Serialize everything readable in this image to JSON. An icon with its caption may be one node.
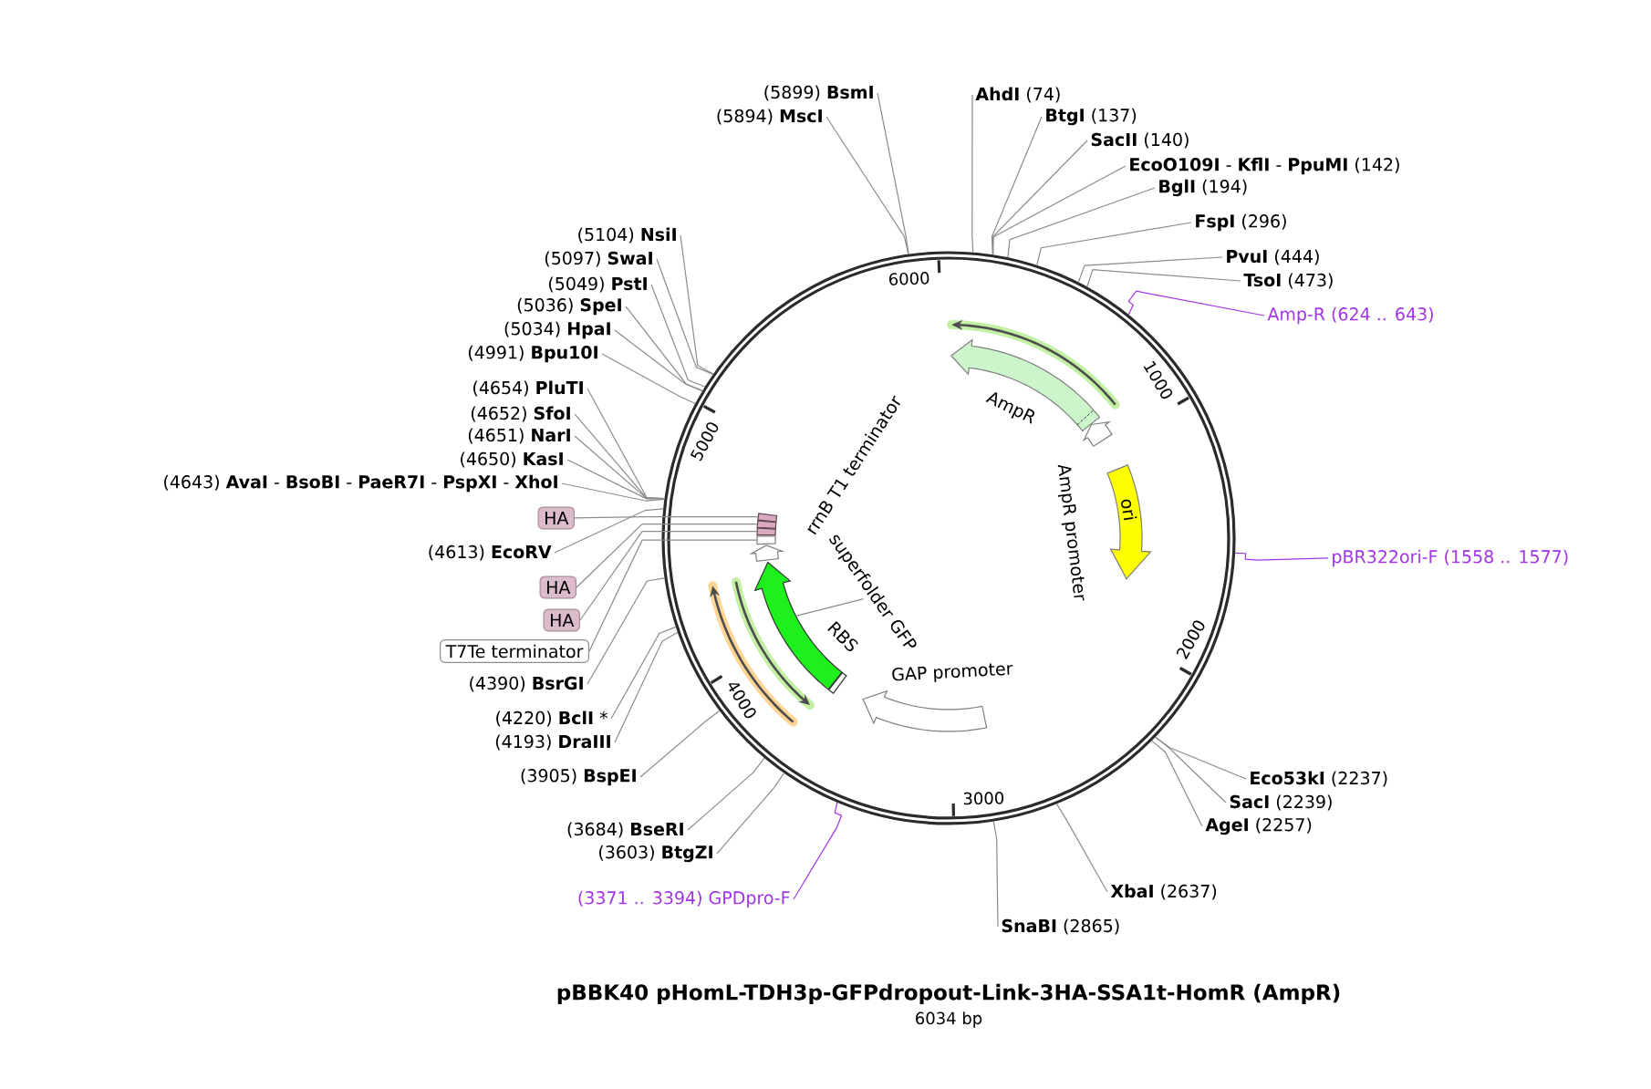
{
  "diagram": {
    "title": "pBBK40 pHomL-TDH3p-GFPdropout-Link-3HA-SSA1t-HomR (AmpR)",
    "nodes": [
      {
        "text": [],
        "shape": "circle"
      },
      {
        "text": [
          "**AhdI** (74)"
        ]
      },
      {
        "text": [
          "**BtgI** (137)"
        ]
      },
      {
        "text": [
          "**SacII** (140)"
        ]
      },
      {
        "text": [
          "**EcoO109I** - **KflI** - **PpuMI** (142)"
        ]
      },
      {
        "text": [
          "**BglI** (194)"
        ]
      },
      {
        "text": [
          "**FspI** (296)"
        ]
      },
      {
        "text": [
          "**PvuI** (444)"
        ]
      },
      {
        "text": [
          "**TsoI** (473)"
        ]
      },
      {
        "text": [
          "Amp-R (624 .. 643)"
        ]
      },
      {
        "text": [
          "pBR322ori-F (1558 .. 1577)"
        ]
      },
      {
        "text": [
          "**Eco53kI** (2237)"
        ]
      },
      {
        "text": [
          "**SacI** (2239)"
        ]
      },
      {
        "text": [
          "**AgeI** (2257)"
        ]
      },
      {
        "text": [
          "**XbaI** (2637)"
        ]
      },
      {
        "text": [
          "**SnaBI** (2865)"
        ]
      },
      {
        "text": [
          "(3371 .. 3394) GPDpro-F"
        ]
      },
      {
        "text": [
          "(3603) **BtgZI**"
        ]
      },
      {
        "text": [
          "(3684) **BseRI**"
        ]
      },
      {
        "text": [
          "(3905) **BspEI**"
        ]
      },
      {
        "text": [
          "(4193) **DraIII**"
        ]
      },
      {
        "text": [
          "(4220) **BclI** *"
        ]
      },
      {
        "text": [
          "(4390) **BsrGI**"
        ]
      },
      {
        "text": [
          "T7Te terminator"
        ]
      },
      {
        "text": [
          "HA"
        ]
      },
      {
        "text": [
          "HA"
        ]
      },
      {
        "text": [
          "(4613) **EcoRV**"
        ]
      },
      {
        "text": [
          "HA"
        ]
      },
      {
        "text": [
          "(4643) **AvaI** - **BsoBI** - **PaeR7I** - **PspXI** - **XhoI**"
        ]
      },
      {
        "text": [
          "(4650) **KasI**"
        ]
      },
      {
        "text": [
          "(4651) **NarI**"
        ]
      },
      {
        "text": [
          "(4652) **SfoI**"
        ]
      },
      {
        "text": [
          "(4654) **PluTI**"
        ]
      },
      {
        "text": [
          "(4991) **Bpu10I**"
        ]
      },
      {
        "text": [
          "(5034) **HpaI**"
        ]
      },
      {
        "text": [
          "(5036) **SpeI**"
        ]
      },
      {
        "text": [
          "(5049) **PstI**"
        ]
      },
      {
        "text": [
          "(5097) **SwaI**"
        ]
      },
      {
        "text": [
          "(5104) **NsiI**"
        ]
      },
      {
        "text": [
          "(5894) **MscI**"
        ]
      },
      {
        "text": [
          "(5899) **BsmI**"
        ]
      },
      {
        "text": [],
        "shape": "arrow",
        "in": 0
      },
      {
        "text": [],
        "shape": "arrow",
        "beside": [
          "AmpR"
        ],
        "in": 0
      },
      {
        "text": [],
        "shape": "arrow",
        "beside": [
          "AmpR promoter"
        ],
        "in": 0
      },
      {
        "text": [
          "ori"
        ],
        "in": 0
      },
      {
        "text": [],
        "shape": "arrow",
        "beside": [
          "GAP promoter"
        ],
        "in": 0
      },
      {
        "text": [],
        "shape": "bar",
        "in": 0
      },
      {
        "text": [],
        "shape": "arrow",
        "in": 0
      },
      {
        "text": [
          "superfolder GFP"
        ],
        "in": 0
      },
      {
        "text": [],
        "shape": "arrow",
        "in": 0
      },
      {
        "text": [],
        "shape": "arrow",
        "in": 0
      },
      {
        "text": [],
        "shape": "arrow",
        "in": 0
      },
      {
        "text": [],
        "shape": "bar",
        "in": 0
      },
      {
        "text": [],
        "shape": "bar",
        "in": 0
      },
      {
        "text": [],
        "shape": "bar",
        "in": 0
      },
      {
        "text": [],
        "shape": "bar",
        "in": 0
      }
    ],
    "edges": [
      {
        "from": 1,
        "to": 0,
        "arrow": "none"
      },
      {
        "from": 2,
        "to": 0,
        "arrow": "none"
      },
      {
        "from": 3,
        "to": 0,
        "arrow": "none"
      },
      {
        "from": 4,
        "to": 0,
        "arrow": "none"
      },
      {
        "from": 5,
        "to": 0,
        "arrow": "none"
      },
      {
        "from": 6,
        "to": 0,
        "arrow": "none"
      },
      {
        "from": 7,
        "to": 0,
        "arrow": "none"
      },
      {
        "from": 8,
        "to": 0,
        "arrow": "none"
      },
      {
        "from": 9,
        "to": 0,
        "arrow": "none",
        "color": "#a335e8"
      },
      {
        "from": 10,
        "to": 0,
        "arrow": "none",
        "color": "#a335e8"
      },
      {
        "from": 11,
        "to": 0,
        "arrow": "none"
      },
      {
        "from": 12,
        "to": 0,
        "arrow": "none"
      },
      {
        "from": 13,
        "to": 0,
        "arrow": "none"
      },
      {
        "from": 14,
        "to": 0,
        "arrow": "none"
      },
      {
        "from": 15,
        "to": 0,
        "arrow": "none"
      },
      {
        "from": 16,
        "to": 0,
        "arrow": "none",
        "color": "#a335e8"
      },
      {
        "from": 17,
        "to": 0,
        "arrow": "none"
      },
      {
        "from": 18,
        "to": 0,
        "arrow": "none"
      },
      {
        "from": 19,
        "to": 0,
        "arrow": "none"
      },
      {
        "from": 20,
        "to": 0,
        "arrow": "none"
      },
      {
        "from": 21,
        "to": 0,
        "arrow": "none"
      },
      {
        "from": 22,
        "to": 0,
        "arrow": "none"
      },
      {
        "from": 23,
        "to": 52,
        "arrow": "none"
      },
      {
        "from": 24,
        "to": 53,
        "arrow": "none"
      },
      {
        "from": 25,
        "to": 54,
        "arrow": "none"
      },
      {
        "from": 26,
        "to": 0,
        "arrow": "none"
      },
      {
        "from": 27,
        "to": 55,
        "arrow": "none"
      },
      {
        "from": 28,
        "to": 0,
        "arrow": "none"
      },
      {
        "from": 29,
        "to": 0,
        "arrow": "none"
      },
      {
        "from": 30,
        "to": 0,
        "arrow": "none"
      },
      {
        "from": 31,
        "to": 0,
        "arrow": "none"
      },
      {
        "from": 32,
        "to": 0,
        "arrow": "none"
      },
      {
        "from": 33,
        "to": 0,
        "arrow": "none"
      },
      {
        "from": 34,
        "to": 0,
        "arrow": "none"
      },
      {
        "from": 35,
        "to": 0,
        "arrow": "none"
      },
      {
        "from": 36,
        "to": 0,
        "arrow": "none"
      },
      {
        "from": 37,
        "to": 0,
        "arrow": "none"
      },
      {
        "from": 38,
        "to": 0,
        "arrow": "none"
      },
      {
        "from": 39,
        "to": 0,
        "arrow": "none"
      },
      {
        "from": 40,
        "to": 0,
        "arrow": "none"
      },
      {
        "from": 48,
        "to": 47,
        "arrow": "none"
      }
    ],
    "labels": [
      "6000",
      "1000",
      "2000",
      "3000",
      "4000",
      "5000",
      "rrnB T1 terminator",
      "RBS",
      "6034 bp"
    ]
  }
}
